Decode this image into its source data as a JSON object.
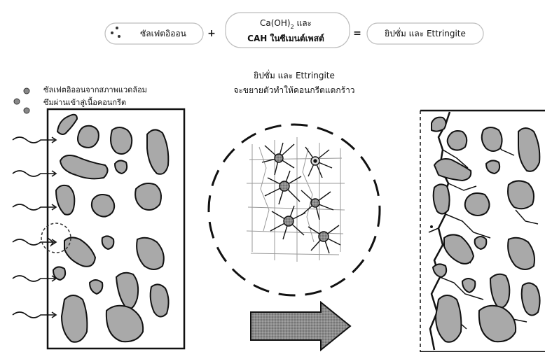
{
  "header": {
    "sulfate_ions": "ซัลเฟตอิออน",
    "plus": "+",
    "reactant_line1_prefix": "Ca(OH)",
    "reactant_line1_sub": "2",
    "reactant_line1_suffix": " และ",
    "reactant_line2": "CAH ในซีเมนต์เพสต์",
    "equals": "=",
    "product": "ยิปซั่ม และ Ettringite"
  },
  "captions": {
    "left_line1": "ซัลเฟตอิออนจากสภาพแวดล้อม",
    "left_line2": "ซึมผ่านเข้าสู่เนื้อคอนกรีต",
    "center_line1": "ยิปซั่ม และ Ettringite",
    "center_line2": "จะขยายตัวทำให้คอนกรีตแตกร้าว"
  },
  "colors": {
    "ink": "#111111",
    "aggregate_fill": "#a9a9a9",
    "crystal_fill": "#8a8a8a",
    "arrow_fill": "#8c8c8c"
  }
}
